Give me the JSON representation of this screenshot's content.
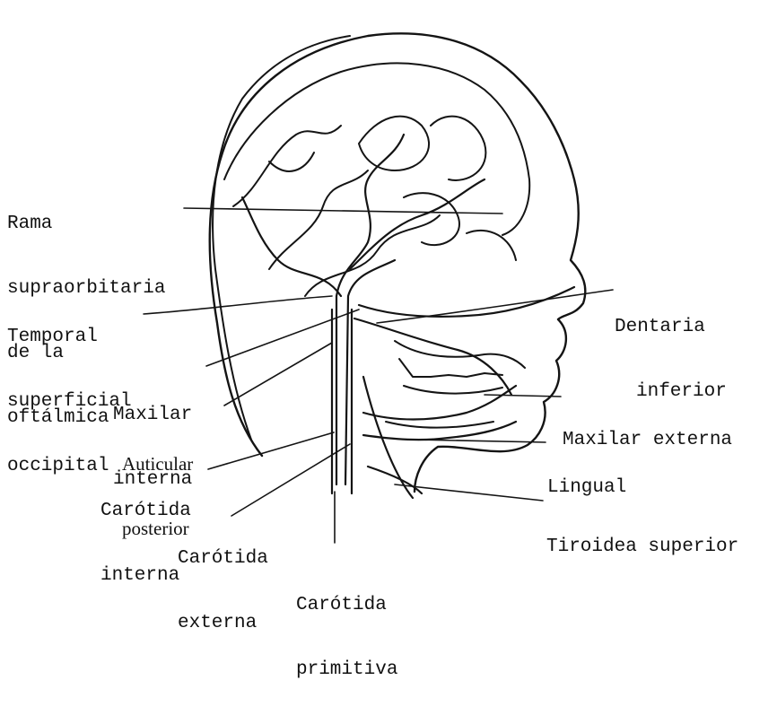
{
  "figure": {
    "labels": {
      "rama_supraorbitaria": [
        "Rama",
        "supraorbitaria",
        "de la",
        "oftálmica"
      ],
      "temporal_superficial": [
        "Temporal",
        "superficial",
        "occipital"
      ],
      "maxilar_interna": [
        "Maxilar",
        "interna"
      ],
      "auticular_posterior": [
        "Auticular",
        "posterior"
      ],
      "carotida_interna": [
        "Carótida",
        "interna"
      ],
      "carotida_externa": [
        "Carótida",
        "externa"
      ],
      "carotida_primitiva": [
        "Carótida",
        "primitiva"
      ],
      "dentaria_inferior": [
        "Dentaria",
        "inferior"
      ],
      "maxilar_externa": [
        "Maxilar externa"
      ],
      "lingual": [
        "Lingual"
      ],
      "tiroidea_superior": [
        "Tiroidea superior"
      ]
    }
  }
}
